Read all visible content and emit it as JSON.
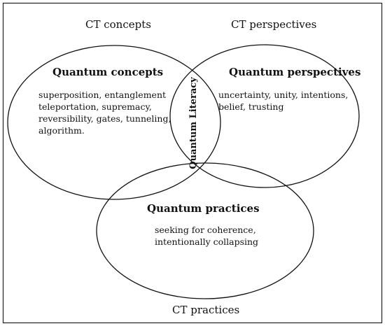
{
  "outer_labels": {
    "concepts": "CT concepts",
    "perspectives": "CT perspectives",
    "practices": "CT practices"
  },
  "sets": {
    "concepts": {
      "title": "Quantum concepts",
      "lines": [
        "superposition, entanglement",
        "teleportation, supremacy,",
        "reversibility, gates, tunneling,",
        "algorithm."
      ]
    },
    "perspectives": {
      "title": "Quantum perspectives",
      "lines": [
        "uncertainty, unity, intentions,",
        "belief, trusting"
      ]
    },
    "practices": {
      "title": "Quantum practices",
      "lines": [
        "seeking for coherence,",
        "intentionally collapsing"
      ]
    }
  },
  "center_label": "Quantum Literacy"
}
